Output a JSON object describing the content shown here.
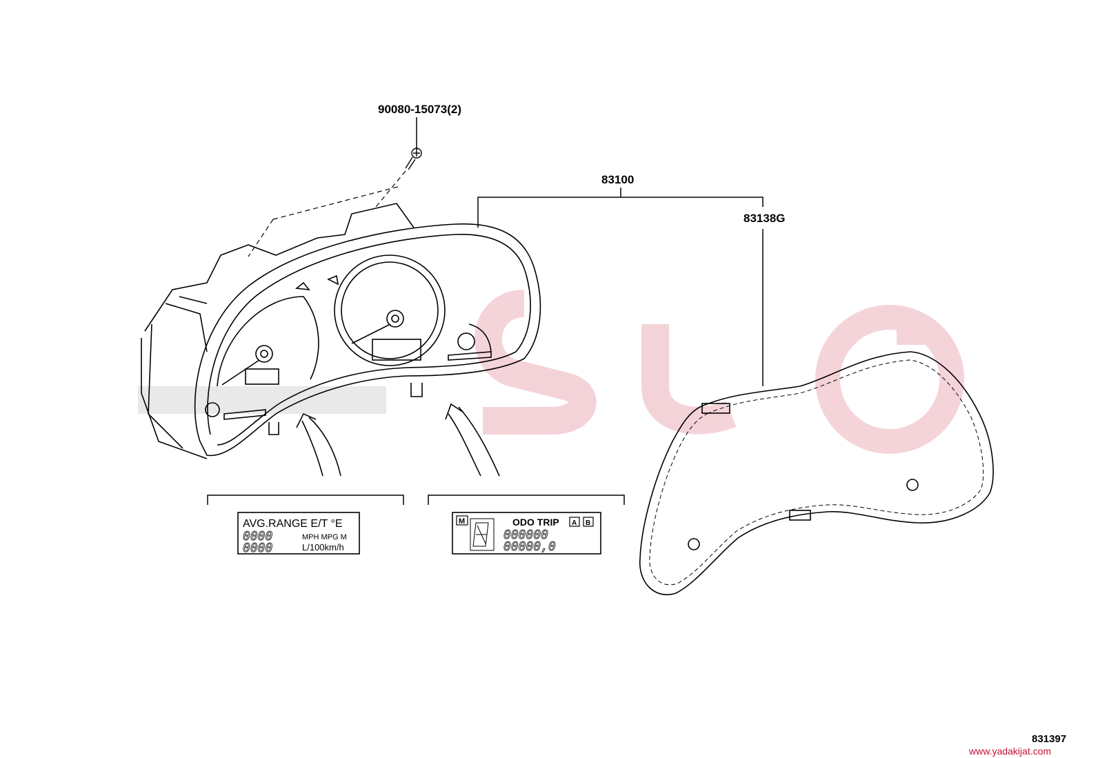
{
  "diagram": {
    "part_numbers": {
      "screw": "90080-15073(2)",
      "meter_assy": "83100",
      "glass": "83138G"
    },
    "lcd_left": {
      "line1": "AVG.RANGE E/T °E",
      "units1": "MPH MPG M",
      "units2": "L/100km/h",
      "seg_digits1": "0000",
      "seg_digits2": "0000"
    },
    "lcd_right": {
      "m_box": "M",
      "odo_trip": "ODO TRIP",
      "a_box": "A",
      "b_box": "B",
      "seg_digits1": "000000",
      "seg_digits2": "00000,0"
    },
    "illustration_id": "831397"
  },
  "watermark": {
    "url": "www.yadakijat.com",
    "color": "#c8102e"
  }
}
